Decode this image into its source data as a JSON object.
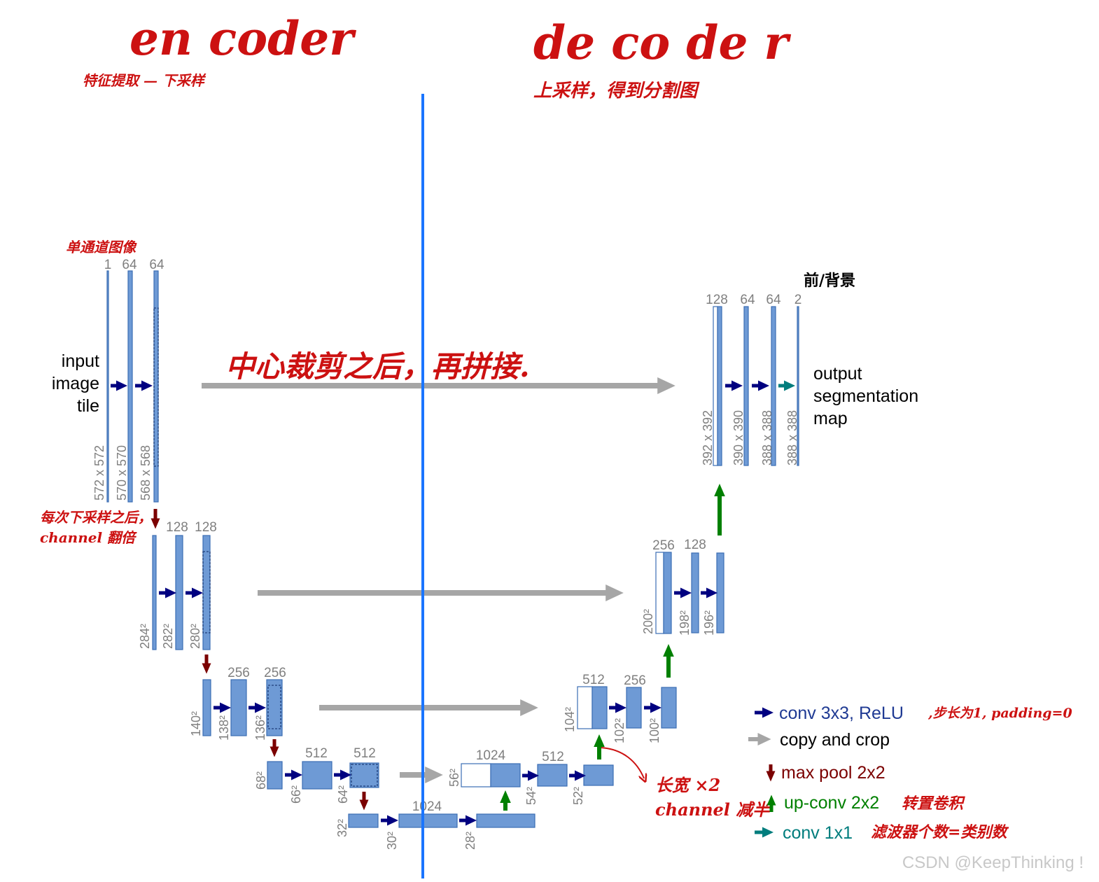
{
  "headings": {
    "encoder": "en coder",
    "encoder_note": "特征提取 — 下采样",
    "decoder": "de co de r",
    "decoder_note": "上采样，得到分割图"
  },
  "annotations": {
    "single_channel": "单通道图像",
    "center_crop": "中心裁剪之后，再拼接.",
    "downsample_note_1": "每次下采样之后，",
    "downsample_note_2": "channel 翻倍",
    "foreground_background": "前/背景",
    "upconv_note_1": "长宽 ×2",
    "upconv_note_2": "channel 减半",
    "conv_note": ",步长为1, padding=0",
    "transpose_note": "转置卷积",
    "classes_note": "滤波器个数=类别数"
  },
  "labels": {
    "input": [
      "input",
      "image",
      "tile"
    ],
    "output": [
      "output",
      "segmentation",
      "map"
    ]
  },
  "channels": {
    "l1": [
      "1",
      "64",
      "64"
    ],
    "l2": [
      "128",
      "128"
    ],
    "l3": [
      "256",
      "256"
    ],
    "l4": [
      "512",
      "512"
    ],
    "l5": "1024",
    "u4": [
      "1024",
      "512"
    ],
    "u3": [
      "512",
      "256"
    ],
    "u2": [
      "256",
      "128"
    ],
    "u1": [
      "128",
      "64",
      "64",
      "2"
    ]
  },
  "sizes": {
    "l1": [
      "572 x 572",
      "570 x 570",
      "568 x 568"
    ],
    "l2": [
      "284²",
      "282²",
      "280²"
    ],
    "l3": [
      "140²",
      "138²",
      "136²"
    ],
    "l4": [
      "68²",
      "66²",
      "64²"
    ],
    "l5": [
      "32²",
      "30²",
      "28²"
    ],
    "u4": [
      "56²",
      "54²",
      "52²"
    ],
    "u3": [
      "104²",
      "102²",
      "100²"
    ],
    "u2": [
      "200²",
      "198²",
      "196²"
    ],
    "u1": [
      "392 x 392",
      "390 x 390",
      "388 x 388",
      "388 x 388"
    ]
  },
  "legend": [
    {
      "label": "conv 3x3, ReLU",
      "color": "#000080",
      "icon": "right-arrow-icon"
    },
    {
      "label": "copy and crop",
      "color": "#a6a6a6",
      "icon": "right-arrow-icon"
    },
    {
      "label": "max pool 2x2",
      "color": "#7b0000",
      "icon": "down-arrow-icon"
    },
    {
      "label": "up-conv 2x2",
      "color": "#008000",
      "icon": "up-arrow-icon"
    },
    {
      "label": "conv 1x1",
      "color": "#007d7d",
      "icon": "right-arrow-icon"
    }
  ],
  "colors": {
    "feature_map": "#6e9ad5",
    "divider": "#1a75ff",
    "annotation": "#cc1111"
  },
  "watermark": "CSDN @KeepThinking !"
}
